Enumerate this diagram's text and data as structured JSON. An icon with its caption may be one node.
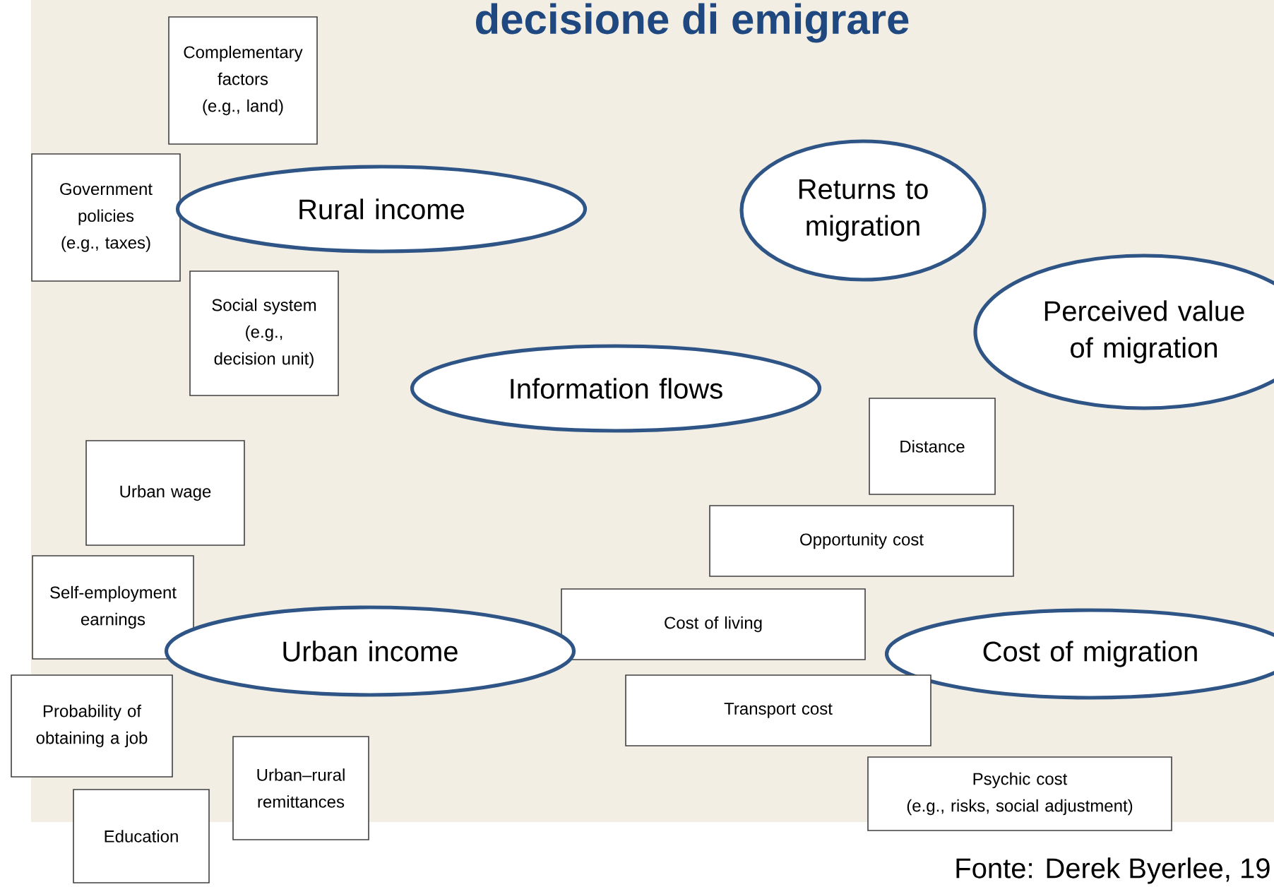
{
  "diagram": {
    "title": "decisione di emigrare",
    "nodes": [
      {
        "text": [
          "Complementary factors",
          "(e.g., land)"
        ]
      },
      {
        "text": [
          "Government policies",
          "(e.g., taxes)"
        ]
      },
      {
        "text": [
          "Rural income"
        ]
      },
      {
        "text": [
          "Returns to migration"
        ]
      },
      {
        "text": [
          "Social system",
          "(e.g., decision unit)"
        ]
      },
      {
        "text": [
          "Perceived value of migration"
        ]
      },
      {
        "text": [
          "Information flows"
        ]
      },
      {
        "text": [
          "Distance"
        ]
      },
      {
        "text": [
          "Urban wage"
        ]
      },
      {
        "text": [
          "Opportunity cost"
        ]
      },
      {
        "text": [
          "Self-employment earnings"
        ]
      },
      {
        "text": [
          "Cost of living"
        ]
      },
      {
        "text": [
          "Urban income"
        ]
      },
      {
        "text": [
          "Cost of migration"
        ]
      },
      {
        "text": [
          "Probability of obtaining a job"
        ]
      },
      {
        "text": [
          "Transport cost"
        ]
      },
      {
        "text": [
          "Urban–rural remittances"
        ]
      },
      {
        "text": [
          "Psychic cost",
          "(e.g., risks, social adjustment)"
        ]
      },
      {
        "text": [
          "Education"
        ]
      }
    ],
    "labels": [
      "Fonte: Derek Byerlee, 19"
    ]
  }
}
